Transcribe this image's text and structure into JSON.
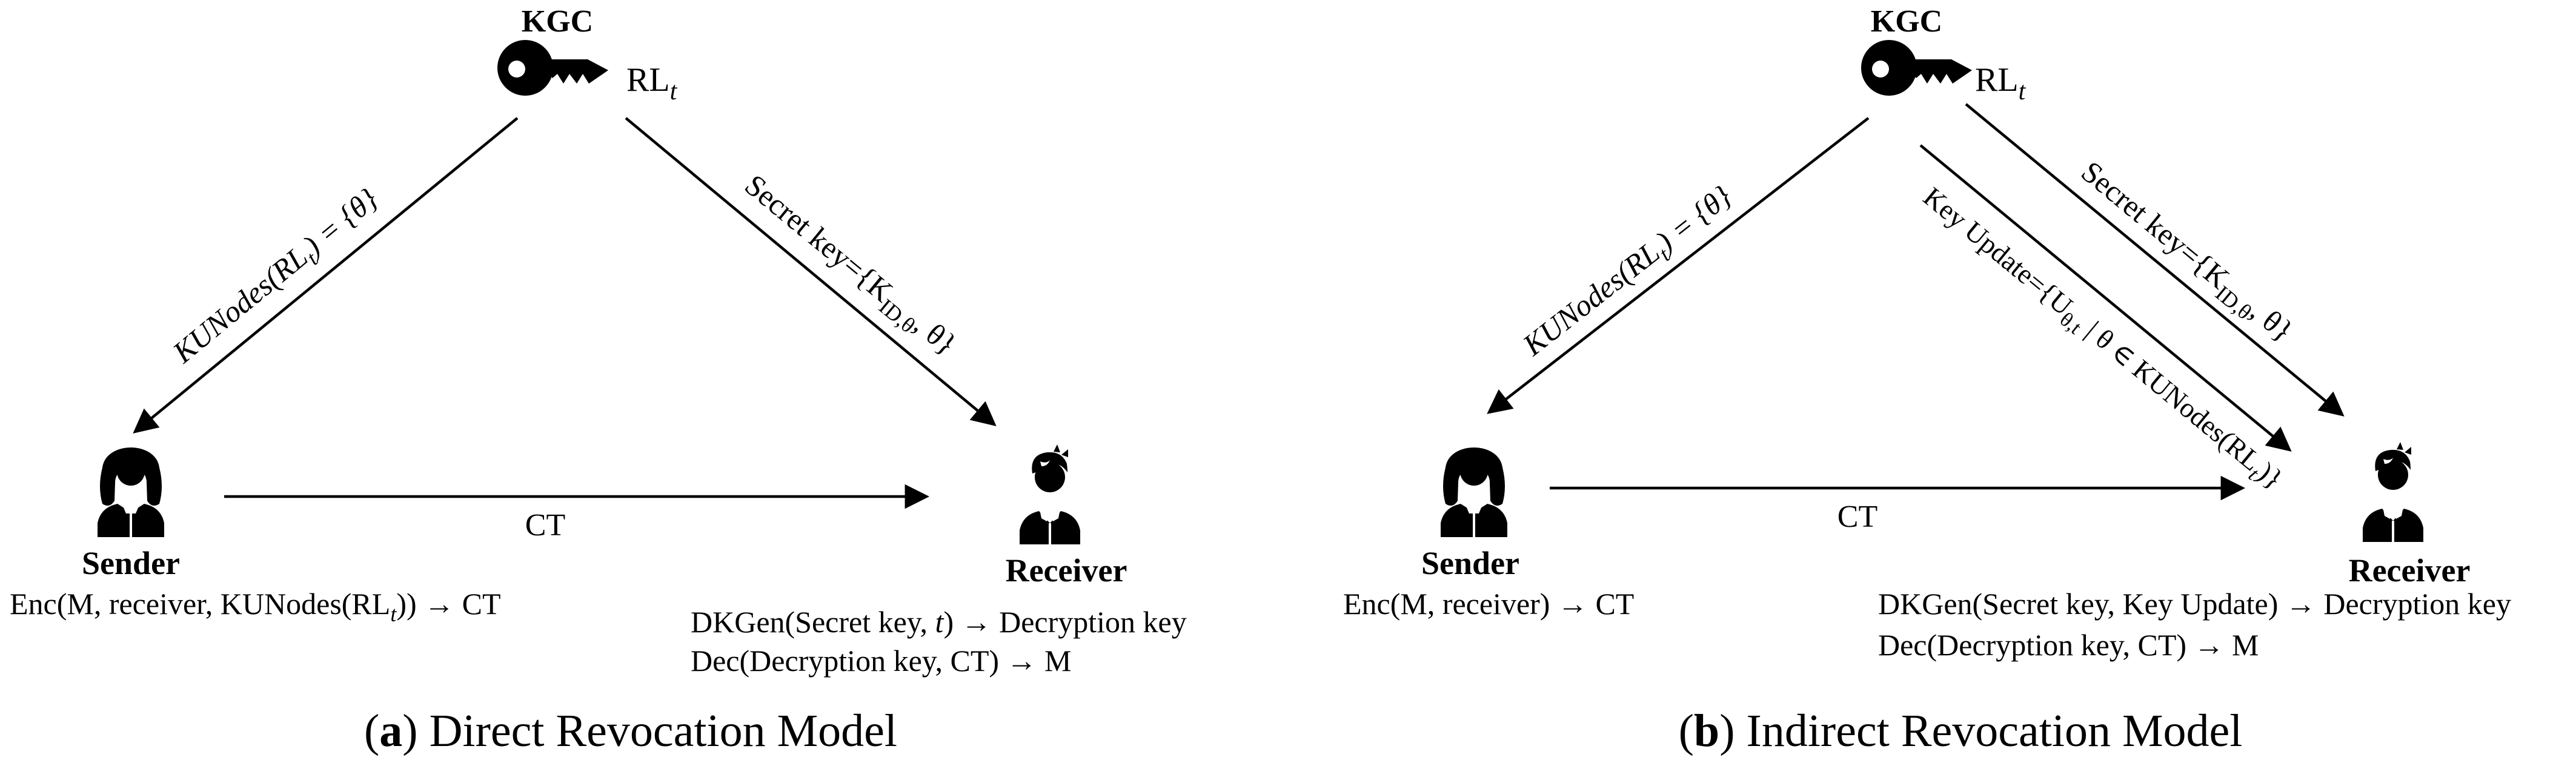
{
  "figure": {
    "caption_a": {
      "open": "(",
      "letter": "a",
      "rest": ") Direct Revocation Model"
    },
    "caption_b": {
      "open": "(",
      "letter": "b",
      "rest": ") Indirect Revocation Model"
    }
  },
  "diagram_a": {
    "kgc_label": "KGC",
    "revocation_list": {
      "base": "RL",
      "sub": "t"
    },
    "kunodes_label": {
      "pre": "KUNodes(RL",
      "sub": "t",
      "post": ") = {θ}"
    },
    "secret_key_label": {
      "pre": "Secret key={K",
      "sub": "ID,θ",
      "post": ", θ}"
    },
    "ct_label": "CT",
    "sender_label": "Sender",
    "enc_formula": {
      "pre": "Enc(M, receiver, KUNodes(RL",
      "sub": "t",
      "post": ")) → CT"
    },
    "receiver_label": "Receiver",
    "dkgen_formula": {
      "pre": "DKGen(Secret key, ",
      "t": "t",
      "post": ") → Decryption key"
    },
    "dec_formula": "Dec(Decryption key, CT) → M"
  },
  "diagram_b": {
    "kgc_label": "KGC",
    "revocation_list": {
      "base": "RL",
      "sub": "t"
    },
    "kunodes_label": {
      "pre": "KUNodes(RL",
      "sub": "t",
      "post": ") = {θ}"
    },
    "secret_key_label": {
      "pre": "Secret key={K",
      "sub": "ID,θ",
      "post": ", θ}"
    },
    "key_update_label": {
      "pre": "Key Update={U",
      "sub1": "θ,t",
      "mid": " | θ ∈ KUNodes(RL",
      "sub2": "t",
      "post": ")}"
    },
    "ct_label": "CT",
    "sender_label": "Sender",
    "enc_formula": "Enc(M, receiver) → CT",
    "receiver_label": "Receiver",
    "dkgen_formula": "DKGen(Secret key, Key Update) → Decryption key",
    "dec_formula": "Dec(Decryption key, CT) → M"
  }
}
